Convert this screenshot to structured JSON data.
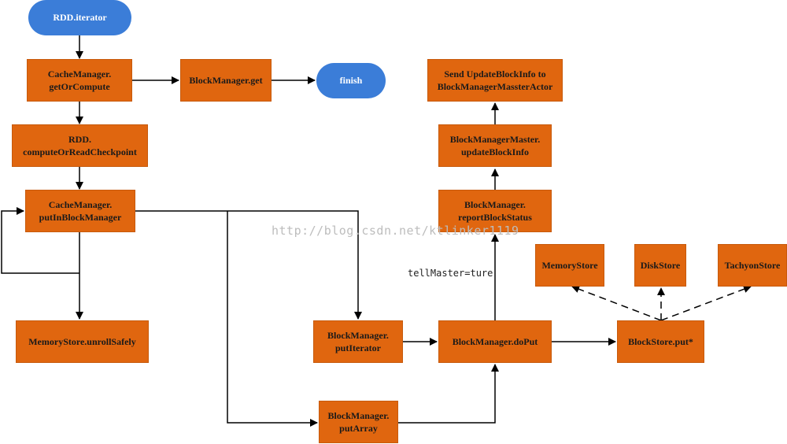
{
  "nodes": {
    "rdd_iterator": "RDD.iterator",
    "finish": "finish",
    "cache_get_or_compute": "CacheManager.\ngetOrCompute",
    "bm_get": "BlockManager.get",
    "rdd_compute_or_read_checkpoint": "RDD.\ncomputeOrReadCheckpoint",
    "cache_put_in_block_manager": "CacheManager.\nputInBlockManager",
    "memorystore_unroll_safely": "MemoryStore.unrollSafely",
    "bm_put_iterator": "BlockManager.\nputIterator",
    "bm_put_array": "BlockManager.\nputArray",
    "bm_do_put": "BlockManager.doPut",
    "blockstore_put": "BlockStore.put*",
    "memory_store": "MemoryStore",
    "disk_store": "DiskStore",
    "tachyon_store": "TachyonStore",
    "bm_report_block_status": "BlockManager.\nreportBlockStatus",
    "bmm_update_block_info": "BlockManagerMaster.\nupdateBlockInfo",
    "send_update_block_info": "Send UpdateBlockInfo to\nBlockManagerMassterActor"
  },
  "edge_labels": {
    "tell_master": "tellMaster=ture"
  },
  "watermark": "http://blog.csdn.net/ktlinker1119",
  "colors": {
    "process_box": "#E0660F",
    "terminal": "#3B7DD8",
    "line": "#000000"
  }
}
